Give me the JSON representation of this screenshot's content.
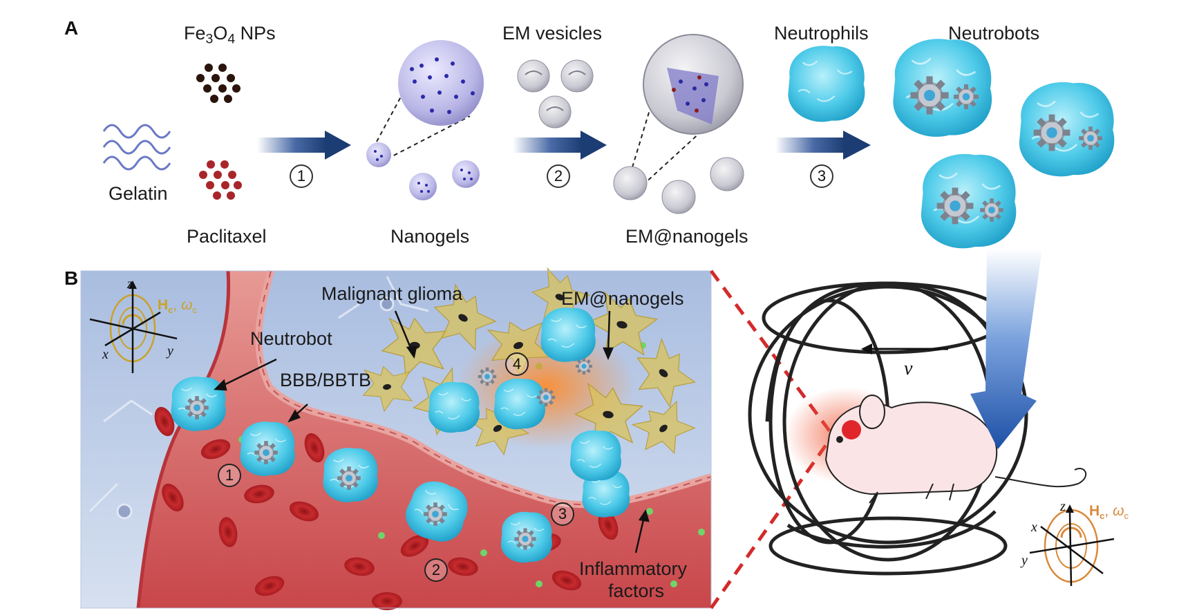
{
  "panel_a": {
    "label": "A",
    "fe3o4_main": "Fe",
    "fe3o4_sub1": "3",
    "fe3o4_mid": "O",
    "fe3o4_sub2": "4",
    "fe3o4_tail": " NPs",
    "gelatin": "Gelatin",
    "paclitaxel": "Paclitaxel",
    "nanogels": "Nanogels",
    "em_vesicles": "EM vesicles",
    "em_nanogels": "EM@nanogels",
    "neutrophils": "Neutrophils",
    "neutrobots": "Neutrobots",
    "steps": [
      "1",
      "2",
      "3"
    ]
  },
  "panel_b": {
    "label": "B",
    "neutrobot": "Neutrobot",
    "bbb": "BBB/BBTB",
    "glioma": "Malignant glioma",
    "em_nanogels": "EM@nanogels",
    "inflammatory_line1": "Inflammatory",
    "inflammatory_line2": "factors",
    "steps": [
      "1",
      "2",
      "3",
      "4"
    ],
    "axes": {
      "z": "z",
      "x": "x",
      "y": "y"
    },
    "field_H": "H",
    "field_H_sub": "c",
    "field_sep": ", ",
    "field_w": "ω",
    "field_w_sub": "c",
    "velocity": "v"
  },
  "colors": {
    "arrow_navy": "#1c3c74",
    "vessel_red": "#c8464a",
    "tissue_blue": "#c9d6ec",
    "neutrophil_cyan": "#3fc0e6",
    "glioma_yellow": "#d9c15a",
    "field_gold": "#c9a227",
    "field_orange": "#d9893a",
    "dash_red": "#d42a2a",
    "mouse_pink": "#fbe4e6"
  }
}
